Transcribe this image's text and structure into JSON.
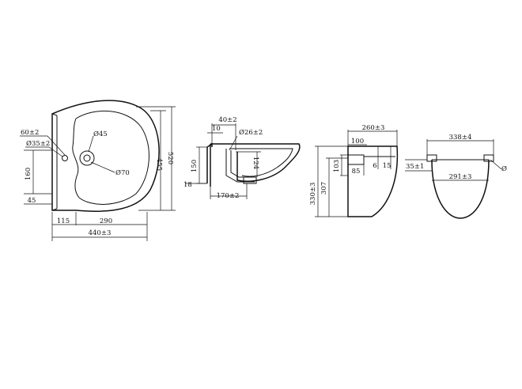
{
  "drawing": {
    "top_view": {
      "width_total": "440±3",
      "depth_total": "520",
      "depth_bowl": "455",
      "bowl_width": "290",
      "left_offset": "115",
      "side_height": "160",
      "side_offset": "45",
      "top_offset": "60±2",
      "hole_diameter": "Ø35±2",
      "tap_hole": "Ø45",
      "drain": "Ø70"
    },
    "side_view": {
      "top_dim": "40±2",
      "small_offset": "10",
      "drain_diameter": "Ø26±2",
      "height_left": "150",
      "depth_mid": "124",
      "bottom_left": "18",
      "bottom_width": "170±2"
    },
    "pedestal_side": {
      "width": "260±3",
      "inner": "100",
      "height_total": "330±3",
      "height_inner": "307",
      "small_h": "103",
      "base_85": "85",
      "small_6": "6",
      "small_15": "15"
    },
    "pedestal_front": {
      "top_width": "338±4",
      "bottom_width": "291±3",
      "side_height": "35±1",
      "hole_label": "Ø"
    }
  }
}
